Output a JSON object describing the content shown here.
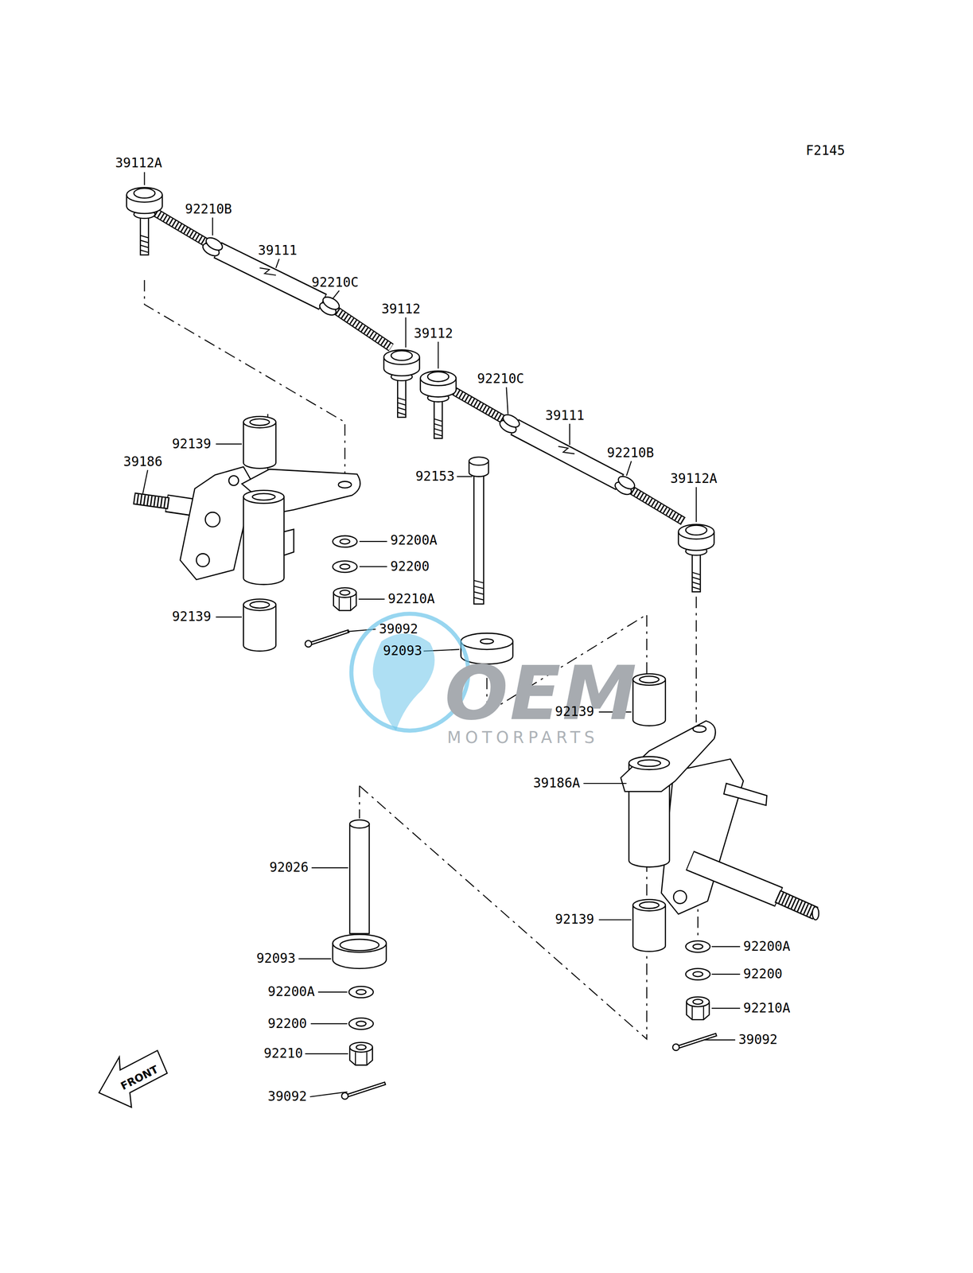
{
  "diagram": {
    "labels": [
      "F2145",
      "39112A",
      "92210B",
      "39111",
      "92210C",
      "39112",
      "39112",
      "92210C",
      "39111",
      "92139",
      "39186",
      "92210B",
      "92153",
      "39112A",
      "92200A",
      "92200",
      "92210A",
      "39092",
      "92139",
      "92093",
      "OEM",
      "MOTORPARTS",
      "92139",
      "39186A",
      "92026",
      "92139",
      "92200A",
      "92093",
      "92200",
      "92200A",
      "92210A",
      "92200",
      "39092",
      "92210",
      "39092",
      "FRONT"
    ]
  }
}
